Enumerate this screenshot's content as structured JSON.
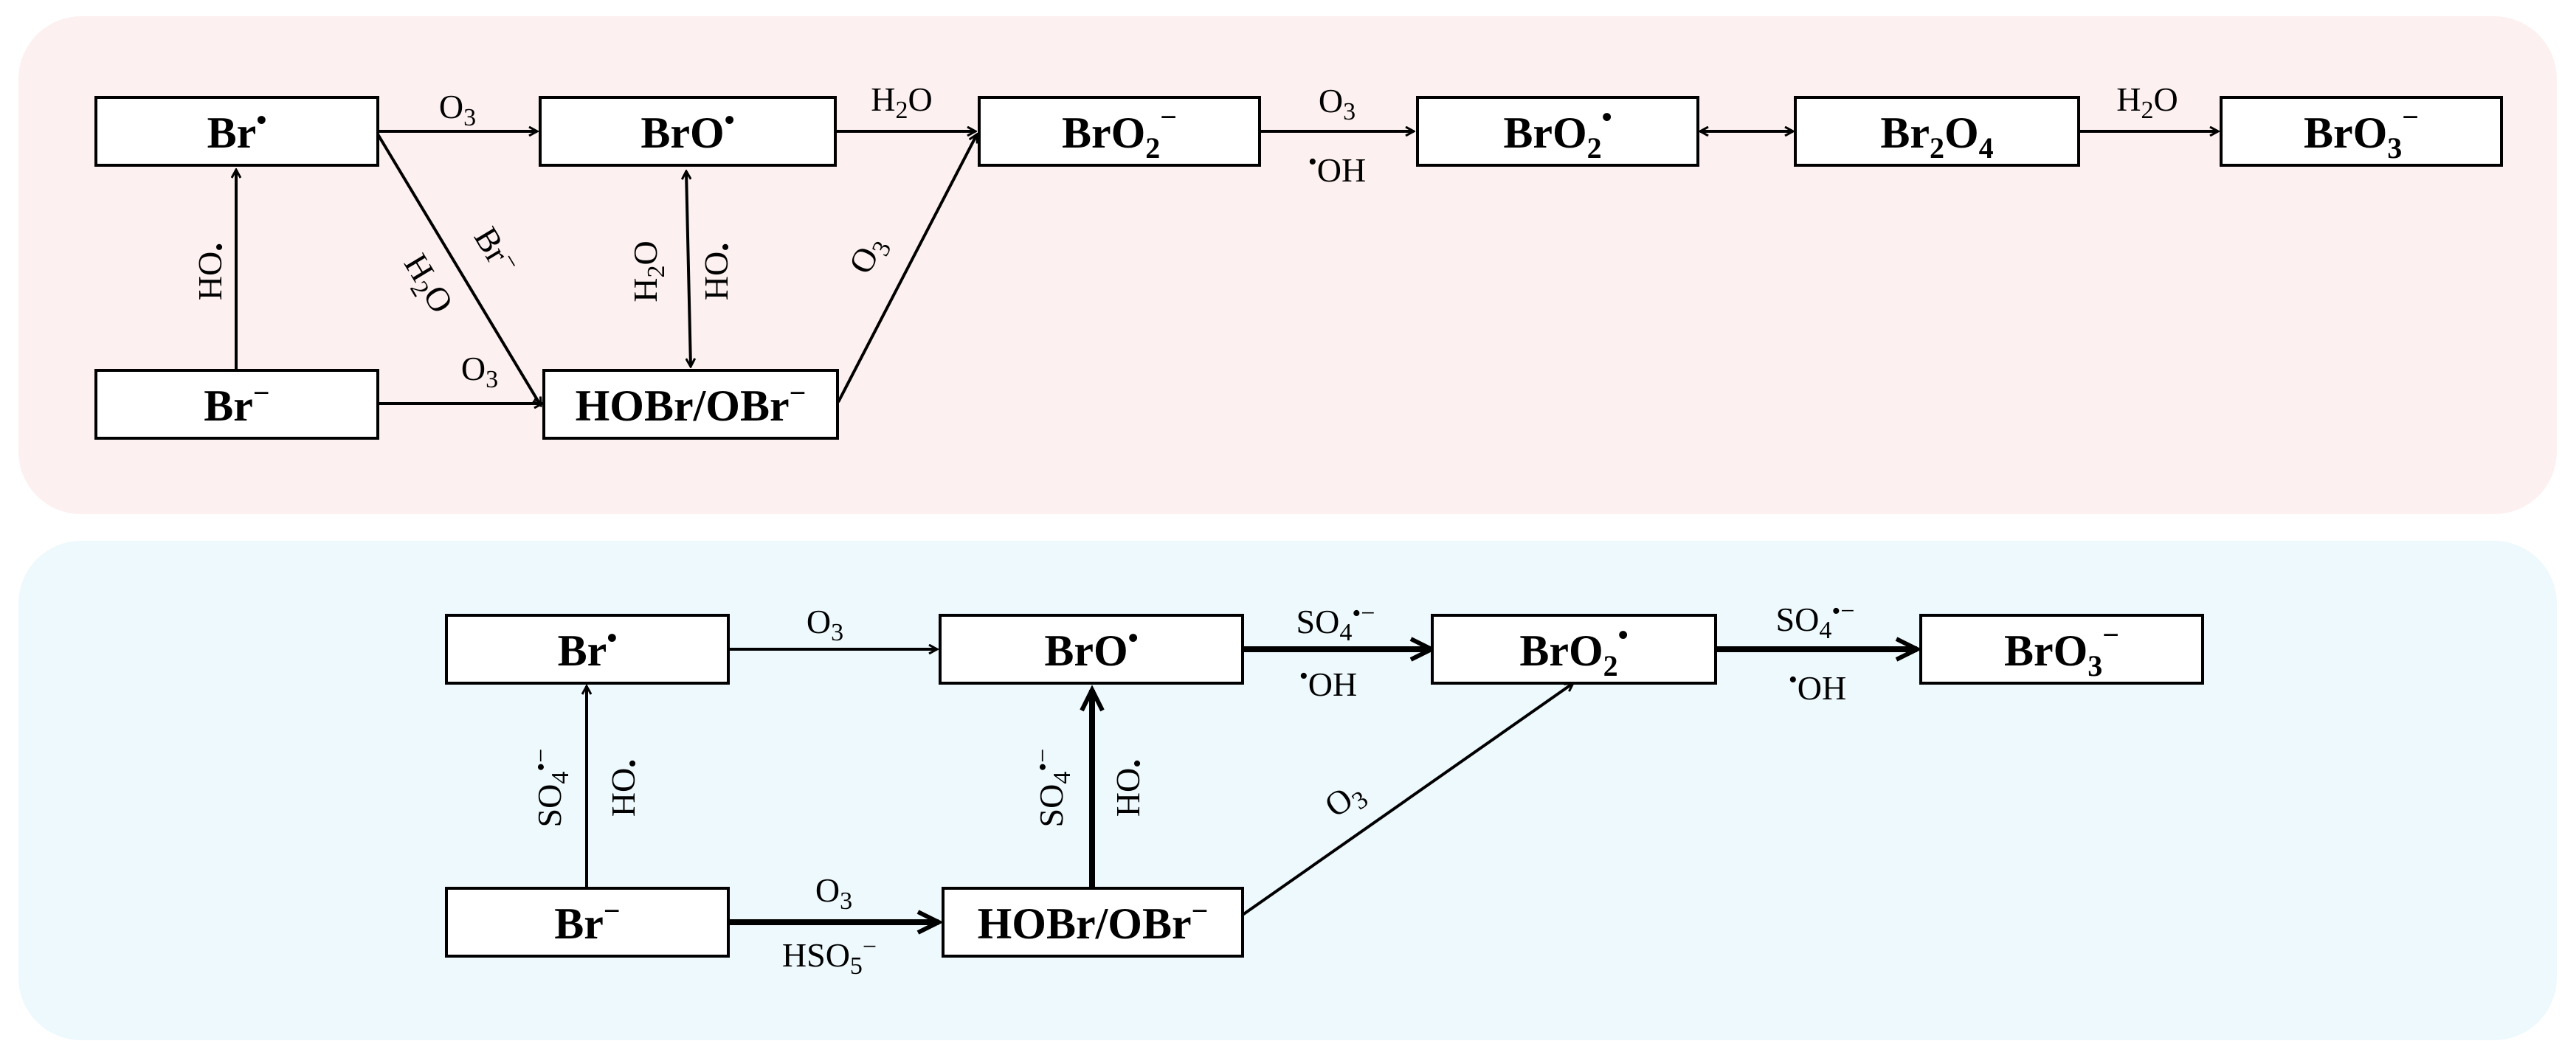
{
  "colors": {
    "top_panel": "#fdf0f0",
    "bottom_panel": "#eef9fd",
    "box_fill": "#ffffff",
    "stroke": "#000000"
  },
  "top_pathway": {
    "species": {
      "br_rad": {
        "base": "Br",
        "sup": "•"
      },
      "bro_rad": {
        "base": "BrO",
        "sup": "•"
      },
      "bro2_anion": {
        "base": "BrO",
        "sub": "2",
        "sup": "−"
      },
      "bro2_rad": {
        "base": "BrO",
        "sub": "2",
        "sup": "•"
      },
      "br2o4": {
        "parts": [
          "Br",
          "2",
          "O",
          "4"
        ]
      },
      "bro3_anion": {
        "base": "BrO",
        "sub": "3",
        "sup": "−"
      },
      "br_anion": {
        "base": "Br",
        "sup": "−"
      },
      "hobr": {
        "text": "HOBr/OBr",
        "sup": "−"
      }
    },
    "labels": {
      "o3_1": "O3",
      "h2o_1": "H2O",
      "o3_2": "O3",
      "oh_1": "•OH",
      "h2o_2": "H2O",
      "oh_vert_1": "•OH",
      "h2o_diag": "H2O",
      "br_diag": "Br−",
      "h2o_vert": "H2O",
      "oh_vert_2": "•OH",
      "o3_diag": "O3",
      "o3_3": "O3"
    }
  },
  "bottom_pathway": {
    "species": {
      "br_rad": {
        "base": "Br",
        "sup": "•"
      },
      "bro_rad": {
        "base": "BrO",
        "sup": "•"
      },
      "bro2_rad": {
        "base": "BrO",
        "sub": "2",
        "sup": "•"
      },
      "bro3_anion": {
        "base": "BrO",
        "sub": "3",
        "sup": "−"
      },
      "br_anion": {
        "base": "Br",
        "sup": "−"
      },
      "hobr": {
        "text": "HOBr/OBr",
        "sup": "−"
      }
    },
    "labels": {
      "o3_1": "O3",
      "so4_1": "SO4•−",
      "oh_1": "•OH",
      "so4_2": "SO4•−",
      "oh_2": "•OH",
      "so4_vert_1": "SO4•−",
      "oh_vert_1": "•OH",
      "so4_vert_2": "SO4•−",
      "oh_vert_2": "•OH",
      "o3_2": "O3",
      "hso5": "HSO5−",
      "o3_diag": "O3"
    }
  }
}
